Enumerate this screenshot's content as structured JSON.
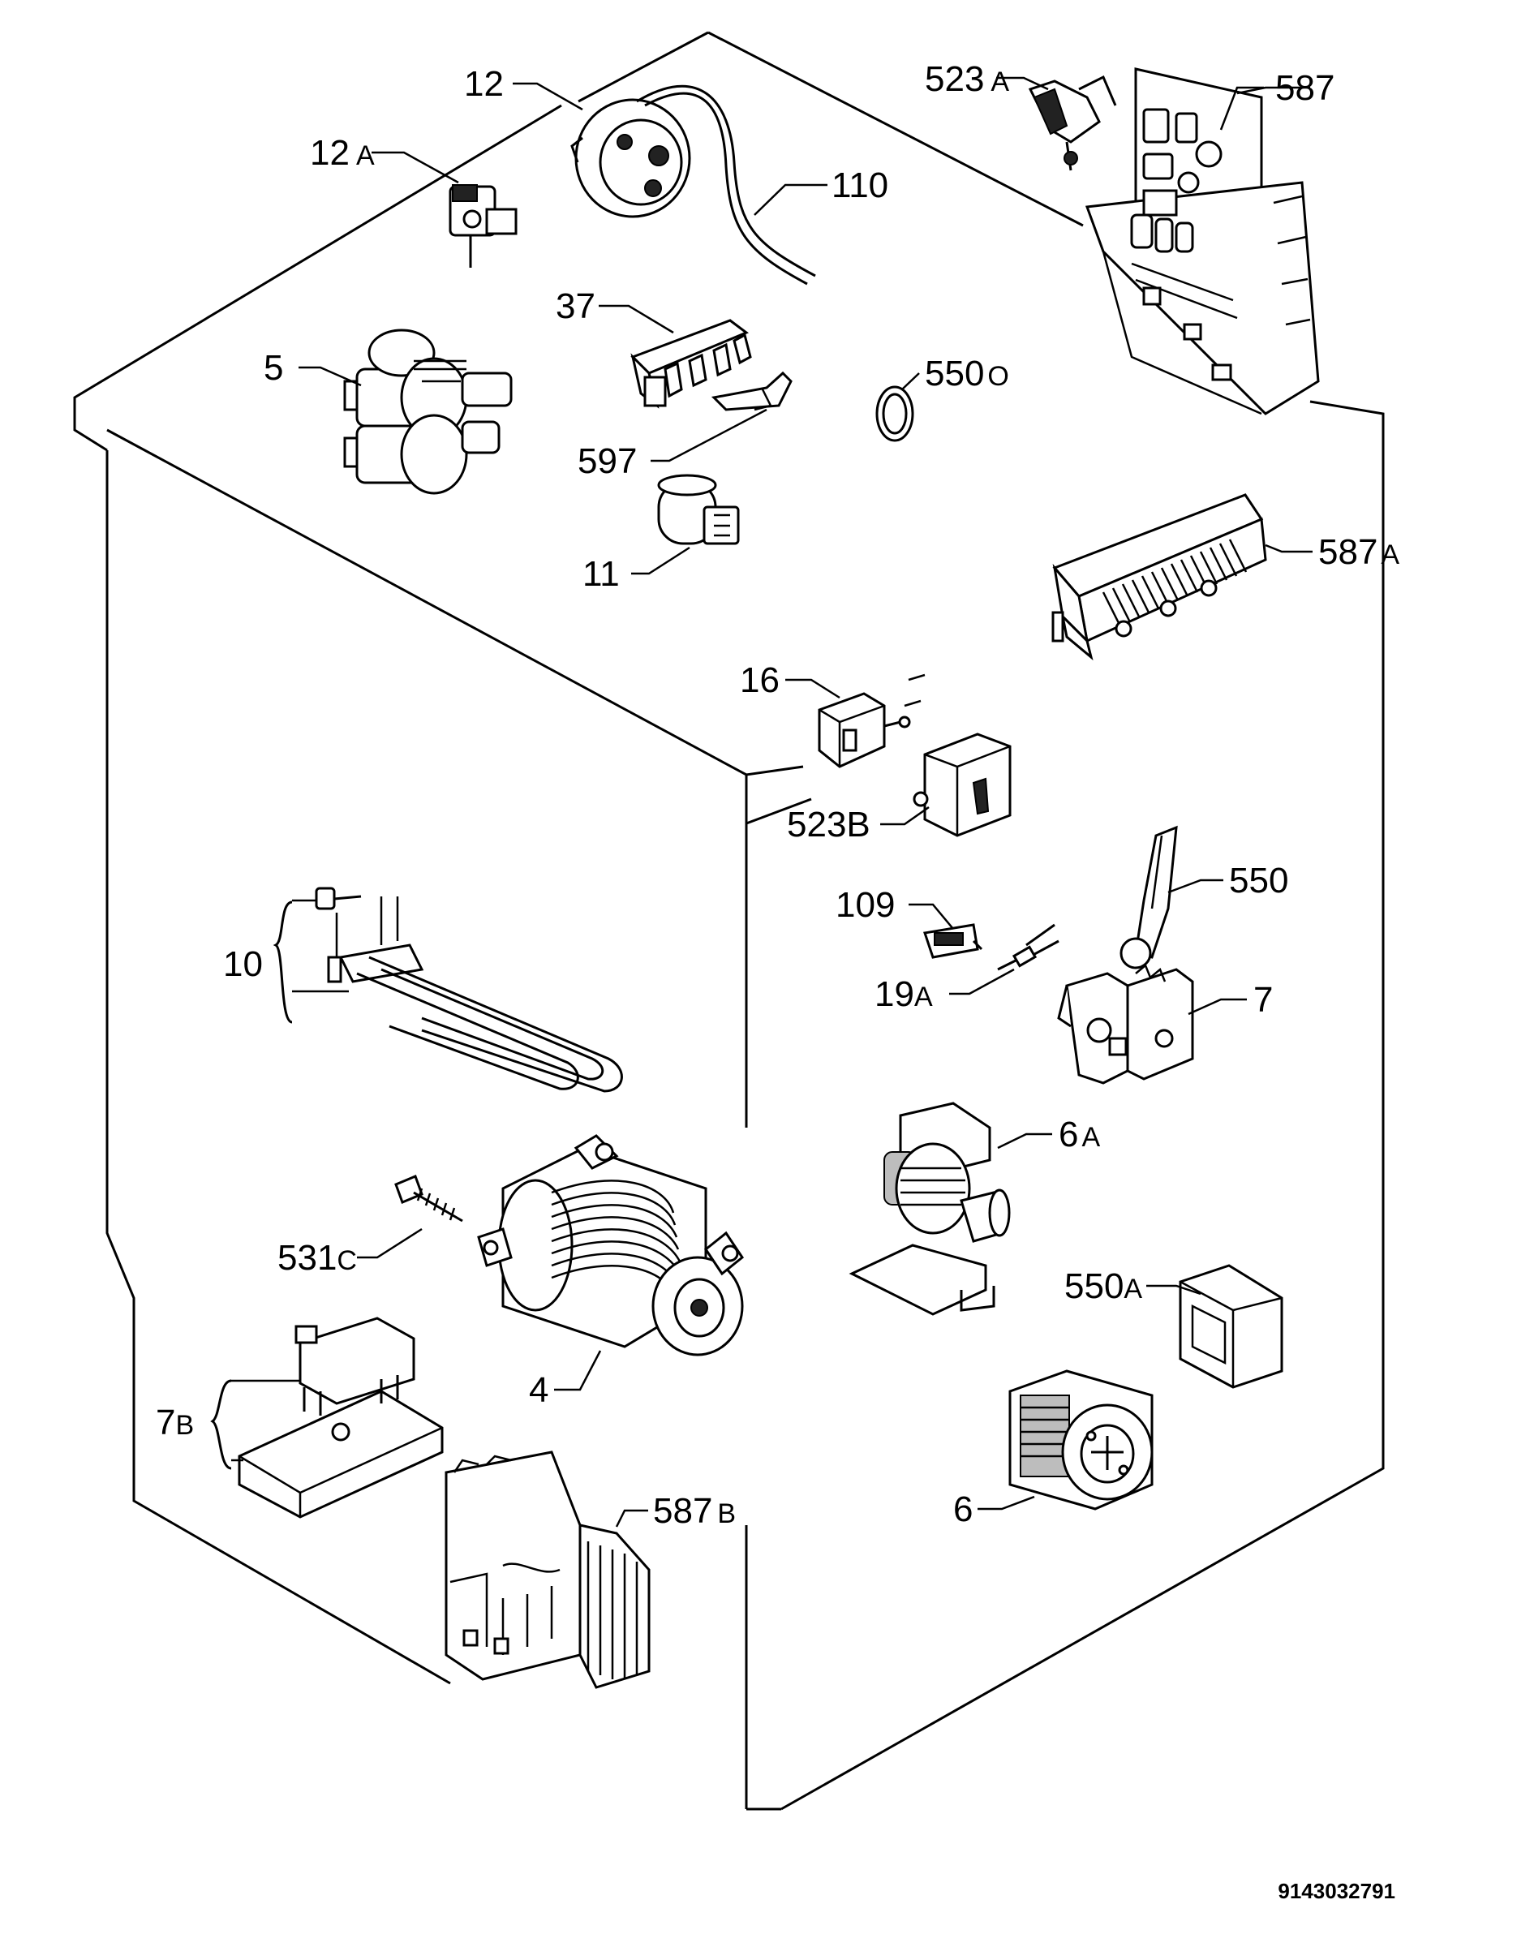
{
  "diagram": {
    "drawing_number": "9143032791",
    "parts": [
      {
        "id": "12",
        "label": "12",
        "suffix": ""
      },
      {
        "id": "12a",
        "label": "12",
        "suffix": "A"
      },
      {
        "id": "110",
        "label": "110",
        "suffix": ""
      },
      {
        "id": "37",
        "label": "37",
        "suffix": ""
      },
      {
        "id": "5",
        "label": "5",
        "suffix": ""
      },
      {
        "id": "597",
        "label": "597",
        "suffix": ""
      },
      {
        "id": "11",
        "label": "11",
        "suffix": ""
      },
      {
        "id": "550o",
        "label": "550",
        "suffix": "O"
      },
      {
        "id": "523a",
        "label": "523",
        "suffix": "A"
      },
      {
        "id": "587",
        "label": "587",
        "suffix": ""
      },
      {
        "id": "587a",
        "label": "587",
        "suffix": "A"
      },
      {
        "id": "16",
        "label": "16",
        "suffix": ""
      },
      {
        "id": "523b",
        "label": "523B",
        "suffix": ""
      },
      {
        "id": "109",
        "label": "109",
        "suffix": ""
      },
      {
        "id": "19a",
        "label": "19",
        "suffix": "A"
      },
      {
        "id": "550",
        "label": "550",
        "suffix": ""
      },
      {
        "id": "7",
        "label": "7",
        "suffix": ""
      },
      {
        "id": "10",
        "label": "10",
        "suffix": ""
      },
      {
        "id": "6a",
        "label": "6",
        "suffix": "A"
      },
      {
        "id": "531c",
        "label": "531",
        "suffix": "C"
      },
      {
        "id": "550a",
        "label": "550",
        "suffix": "A"
      },
      {
        "id": "4",
        "label": "4",
        "suffix": ""
      },
      {
        "id": "7b",
        "label": "7",
        "suffix": "B"
      },
      {
        "id": "587b",
        "label": "587",
        "suffix": "B"
      },
      {
        "id": "6",
        "label": "6",
        "suffix": ""
      }
    ]
  }
}
